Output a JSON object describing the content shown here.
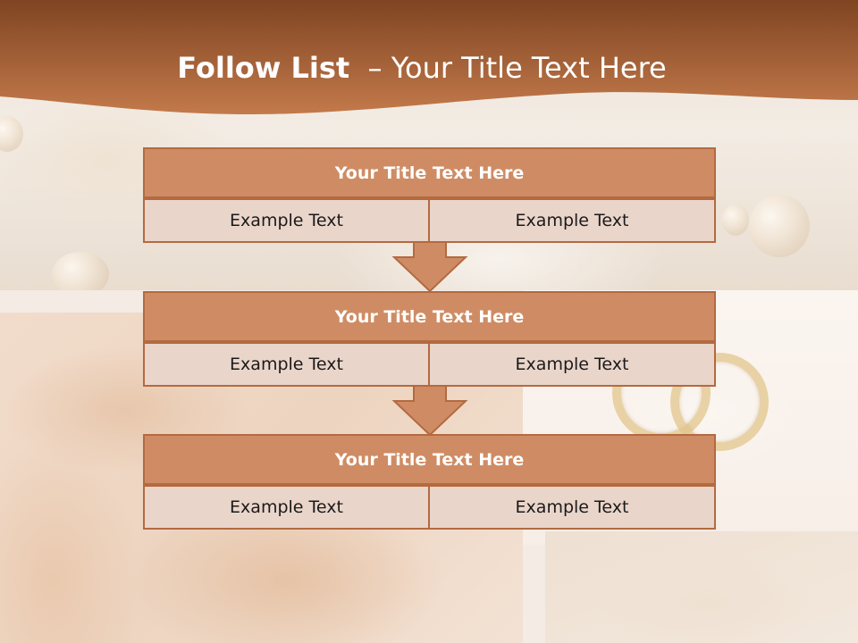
{
  "slide": {
    "title_bold": "Follow List",
    "title_rest": "– Your Title Text Here"
  },
  "steps": [
    {
      "title": "Your Title Text Here",
      "left": "Example Text",
      "right": "Example Text"
    },
    {
      "title": "Your Title Text Here",
      "left": "Example Text",
      "right": "Example Text"
    },
    {
      "title": "Your Title Text Here",
      "left": "Example Text",
      "right": "Example Text"
    }
  ],
  "colors": {
    "header_top": "#8a4c28",
    "header_bottom": "#c77a4c",
    "box_title": "#cf8c64",
    "box_cell": "#ead5ca",
    "border": "#b36a40"
  }
}
